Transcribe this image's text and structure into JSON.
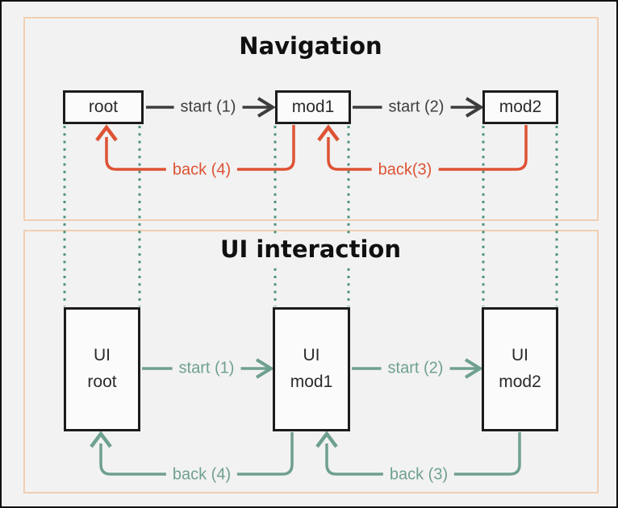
{
  "colors": {
    "background": "#f2f2f2",
    "outer_border": "#111111",
    "panel_border": "#f0cfb2",
    "node_border": "#1c1c1c",
    "node_fill": "#fbfbfb",
    "nav_arrow_dark": "#3d3d3d",
    "back_arrow_red": "#dd5334",
    "ui_arrow_green": "#6fa08f",
    "dotted_connector_teal": "#4f9181"
  },
  "navigation": {
    "title": "Navigation",
    "nodes": [
      {
        "label": "root"
      },
      {
        "label": "mod1"
      },
      {
        "label": "mod2"
      }
    ],
    "edges": {
      "start1": "start (1)",
      "start2": "start (2)",
      "back4": "back (4)",
      "back3": "back(3)"
    }
  },
  "ui": {
    "title": "UI interaction",
    "nodes": [
      {
        "line1": "UI",
        "line2": "root"
      },
      {
        "line1": "UI",
        "line2": "mod1"
      },
      {
        "line1": "UI",
        "line2": "mod2"
      }
    ],
    "edges": {
      "start1": "start (1)",
      "start2": "start (2)",
      "back4": "back (4)",
      "back3": "back (3)"
    }
  }
}
